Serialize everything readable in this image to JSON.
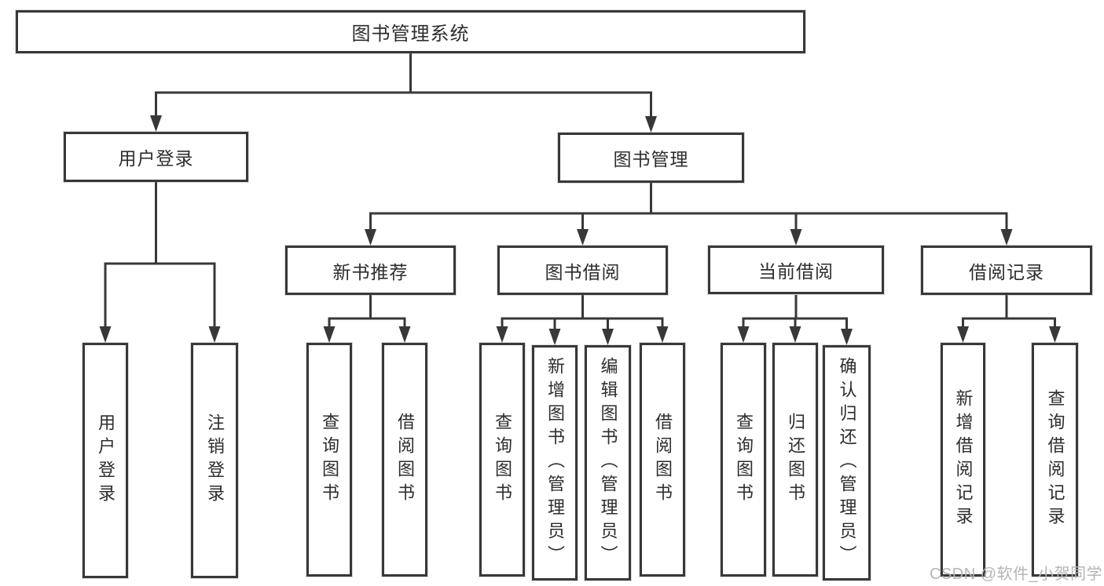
{
  "watermark": "CSDN @软件_小贺同学",
  "colors": {
    "line": "#383838",
    "border": "#383838",
    "text": "#2d2d2d",
    "watermark": "#b5b5b5",
    "background": "#ffffff"
  },
  "tree": {
    "root": {
      "label": "图书管理系统"
    },
    "user_login": {
      "label": "用户登录",
      "children": [
        "用户登录",
        "注销登录"
      ]
    },
    "book_management": {
      "label": "图书管理",
      "sections": {
        "new_book_rec": {
          "label": "新书推荐",
          "children": [
            "查询图书",
            "借阅图书"
          ]
        },
        "book_borrowing": {
          "label": "图书借阅",
          "children": [
            "查询图书",
            "新增图书（管理员）",
            "编辑图书（管理员）",
            "借阅图书"
          ]
        },
        "current_borrowing": {
          "label": "当前借阅",
          "children": [
            "查询图书",
            "归还图书",
            "确认归还（管理员）"
          ]
        },
        "borrowing_records": {
          "label": "借阅记录",
          "children": [
            "新增借阅记录",
            "查询借阅记录"
          ]
        }
      }
    }
  }
}
